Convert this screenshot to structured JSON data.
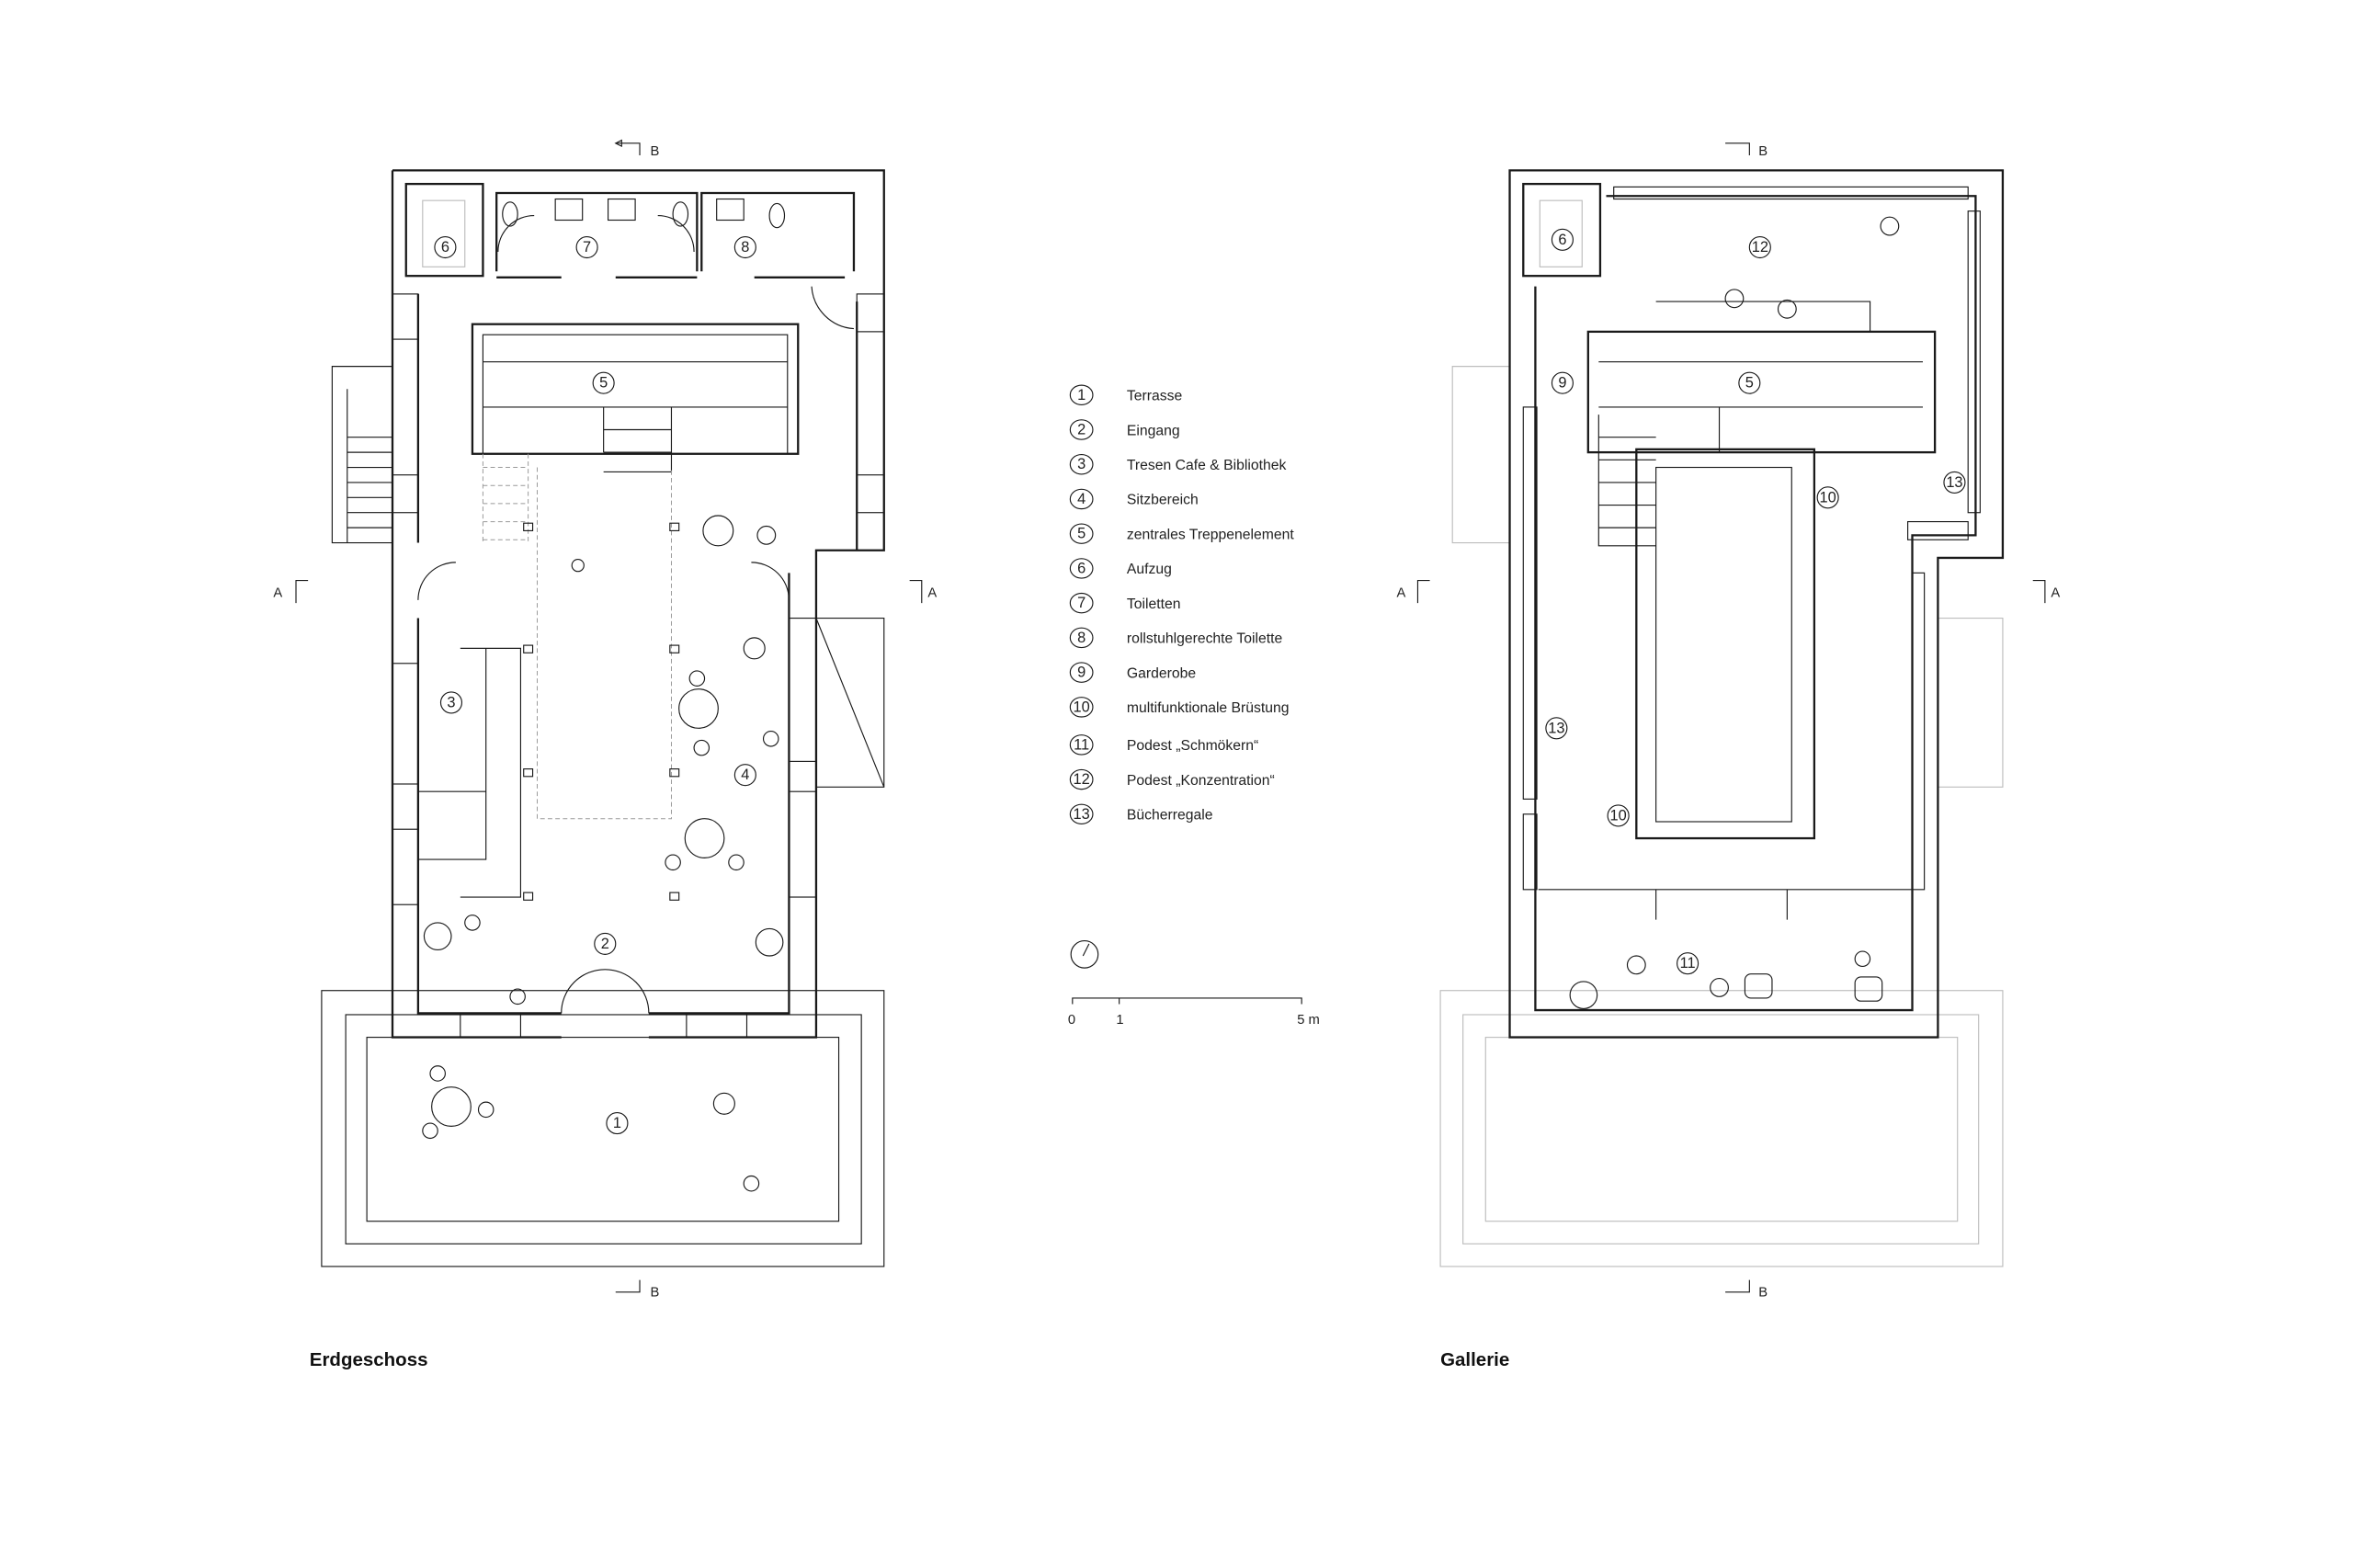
{
  "plans": {
    "ground": {
      "title": "Erdgeschoss",
      "section_b_top": "B",
      "section_b_bottom": "B",
      "section_a_left": "A",
      "section_a_right": "A",
      "rooms": [
        "6",
        "7",
        "8",
        "5",
        "3",
        "4",
        "2",
        "1"
      ]
    },
    "gallery": {
      "title": "Gallerie",
      "section_b_top": "B",
      "section_b_bottom": "B",
      "section_a_left": "A",
      "section_a_right": "A",
      "rooms": [
        "6",
        "12",
        "9",
        "5",
        "10",
        "13",
        "13",
        "10",
        "11"
      ]
    }
  },
  "legend": [
    {
      "num": "1",
      "label": "Terrasse"
    },
    {
      "num": "2",
      "label": "Eingang"
    },
    {
      "num": "3",
      "label": "Tresen Cafe & Bibliothek"
    },
    {
      "num": "4",
      "label": "Sitzbereich"
    },
    {
      "num": "5",
      "label": "zentrales Treppenelement"
    },
    {
      "num": "6",
      "label": "Aufzug"
    },
    {
      "num": "7",
      "label": "Toiletten"
    },
    {
      "num": "8",
      "label": "rollstuhlgerechte Toilette"
    },
    {
      "num": "9",
      "label": "Garderobe"
    },
    {
      "num": "10",
      "label": "multifunktionale Brüstung"
    },
    {
      "num": "11",
      "label": "Podest „Schmökern“"
    },
    {
      "num": "12",
      "label": "Podest „Konzentration“"
    },
    {
      "num": "13",
      "label": "Bücherregale"
    }
  ],
  "scale_bar": {
    "tick_0": "0",
    "tick_1": "1",
    "tick_5": "5 m"
  }
}
